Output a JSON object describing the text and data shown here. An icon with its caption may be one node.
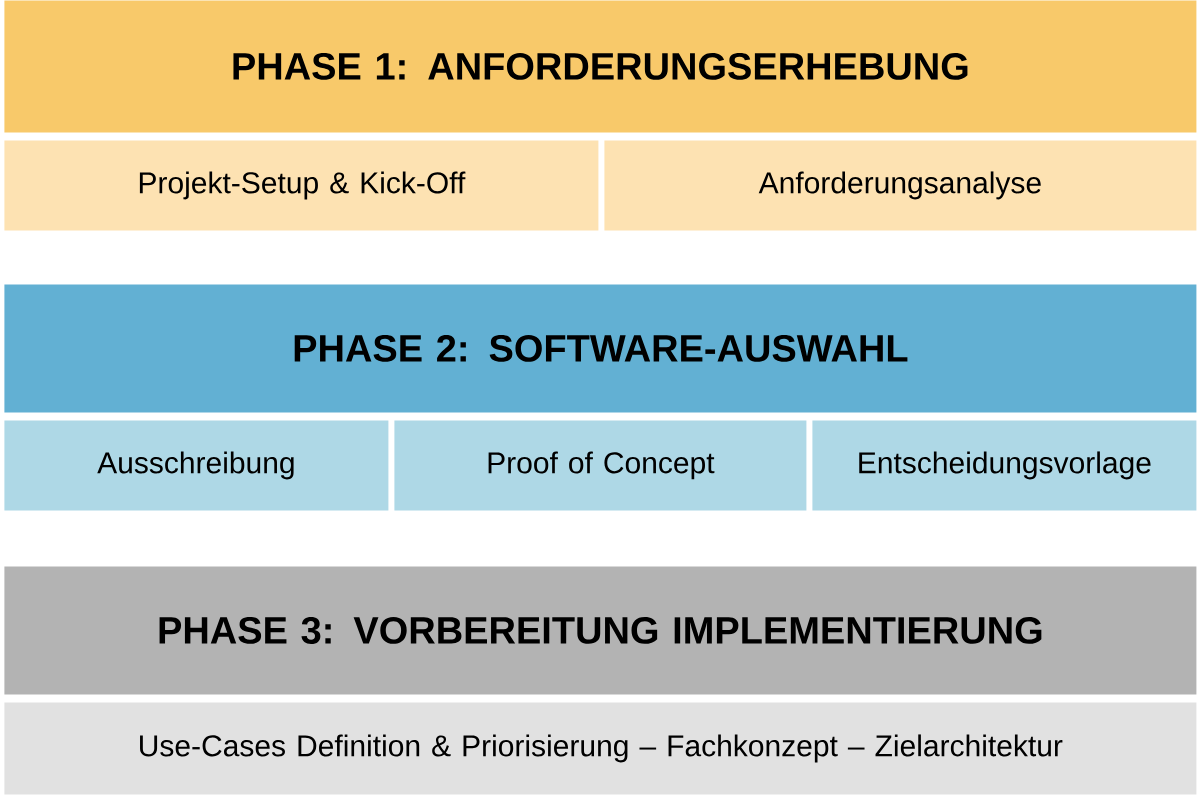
{
  "diagram": {
    "nodes": [
      {
        "text": [
          "PHASE 1: ANFORDERUNGSERHEBUNG"
        ]
      },
      {
        "text": [
          "Projekt-Setup & Kick-Off"
        ]
      },
      {
        "text": [
          "Anforderungsanalyse"
        ]
      },
      {
        "text": [
          "PHASE 2: SOFTWARE-AUSWAHL"
        ]
      },
      {
        "text": [
          "Ausschreibung"
        ]
      },
      {
        "text": [
          "Proof of Concept"
        ]
      },
      {
        "text": [
          "Entscheidungsvorlage"
        ]
      },
      {
        "text": [
          "PHASE 3: VORBEREITUNG IMPLEMENTIERUNG"
        ]
      },
      {
        "text": [
          "Use-Cases Definition & Priorisierung – Fachkonzept – Zielarchitektur"
        ]
      }
    ]
  }
}
